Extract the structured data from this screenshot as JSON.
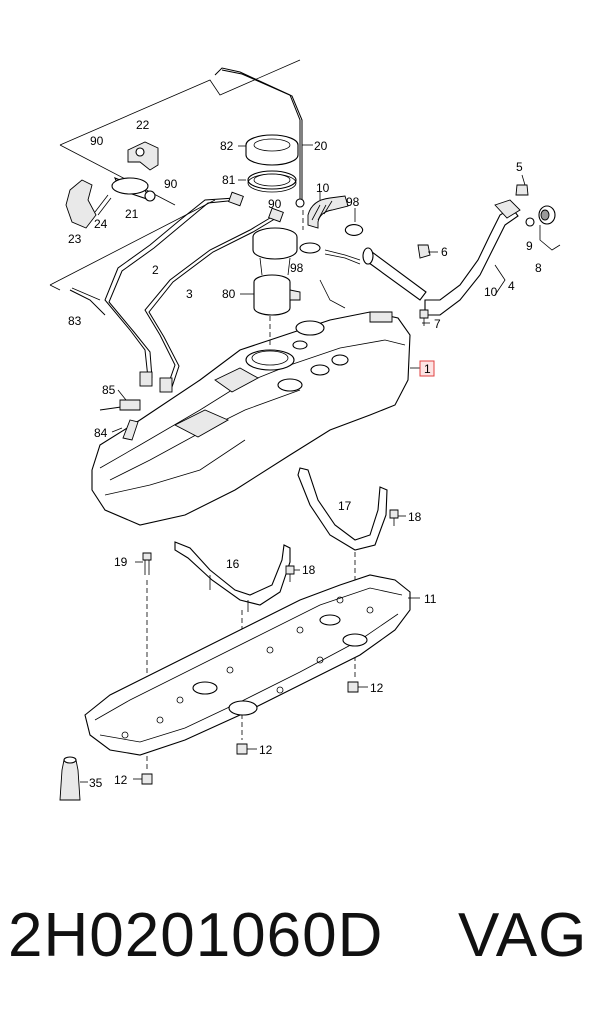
{
  "diagram": {
    "callouts": {
      "c90a": "90",
      "c22": "22",
      "c82": "82",
      "c20": "20",
      "c81": "81",
      "c90b": "90",
      "c90c": "90",
      "c10a": "10",
      "c98a": "98",
      "c5": "5",
      "c23": "23",
      "c24": "24",
      "c21": "21",
      "c2": "2",
      "c98b": "98",
      "c6": "6",
      "c9": "9",
      "c8": "8",
      "c3": "3",
      "c80": "80",
      "c10b": "10",
      "c4": "4",
      "c83": "83",
      "c7": "7",
      "c1": "1",
      "c85": "85",
      "c84": "84",
      "c17": "17",
      "c18a": "18",
      "c19": "19",
      "c16": "16",
      "c18b": "18",
      "c11": "11",
      "c12a": "12",
      "c12b": "12",
      "c35": "35",
      "c12c": "12"
    }
  },
  "footer": {
    "part_number": "2H0201060D",
    "brand": "VAG"
  },
  "colors": {
    "highlight_border": "#e04040",
    "highlight_fill": "#fde3e3",
    "ink": "#000000"
  }
}
